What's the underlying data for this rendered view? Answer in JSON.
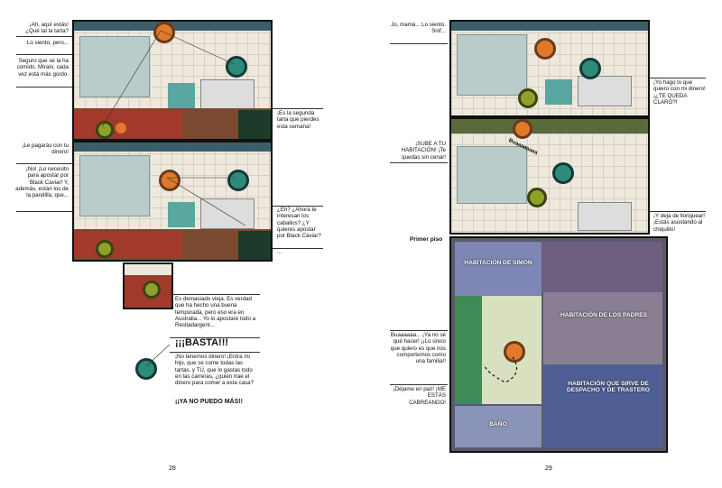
{
  "left_page": {
    "page_number": "28",
    "captions": [
      "¡Ah, aquí estás! ¿Qué tal la tarta?",
      "Lo siento, pero...",
      "Seguro que se la ha comido. Míralo, cada vez está más gordo.",
      "¡Es la segunda tarta que pierdes esta semana!",
      "¡Le pagarás con tu dinero!",
      "¡No! ¡Lo necesito para apostar por Black Caviar! Y, además, están los de la pandilla, que...",
      "¿Eh? ¿Ahora te interesan los caballos? ¿Y quieres apostar por Black Caviar?",
      "...",
      "Es demasiado vieja. Es verdad que ha hecho una buena temporada, pero eso era en Australia... Yo lo apostaré todo a Restiadargent...",
      "¡¡¡BASTA!!!",
      "¡No tenemos dinero! ¡Entra mi hijo, que se come todas las tartas, y TÚ, que lo gastas todo en las carreras, ¿quién trae el dinero para comer a esta casa?",
      "¡¡YA NO PUEDO MÁS!!"
    ]
  },
  "right_page": {
    "page_number": "29",
    "captions": [
      "Jo, mamá... Lo siento. Snif...",
      "¡Yo hago lo que quiero con mi dinero! ¡¿TE QUEDA CLARO?!",
      "¡SUBE A TU HABITACIÓN! ¡Te quedas sin cenar!",
      "Buaaaaaaaa",
      "¡Y deja de lloriquear! ¡Estás asustando al chiquillo!",
      "Buaaaaaa... ¡Ya no sé qué hacer! ¡¡Lo único que quiero es que nos comportemos como una familia!!",
      "¡Déjame en paz! ¡ME ESTÁS CABREANDO!"
    ],
    "floor_label": "Primer piso",
    "rooms": [
      "HABITACIÓN DE SIMON",
      "HABITACIÓN DE LOS PADRES",
      "HABITACIÓN QUE SIRVE DE DESPACHO Y DE TRASTERO",
      "BAÑO"
    ]
  },
  "colors": {
    "mother": "#2e8a7a",
    "father": "#8fa12a",
    "son": "#e07a2a",
    "panel_border": "#111111"
  }
}
